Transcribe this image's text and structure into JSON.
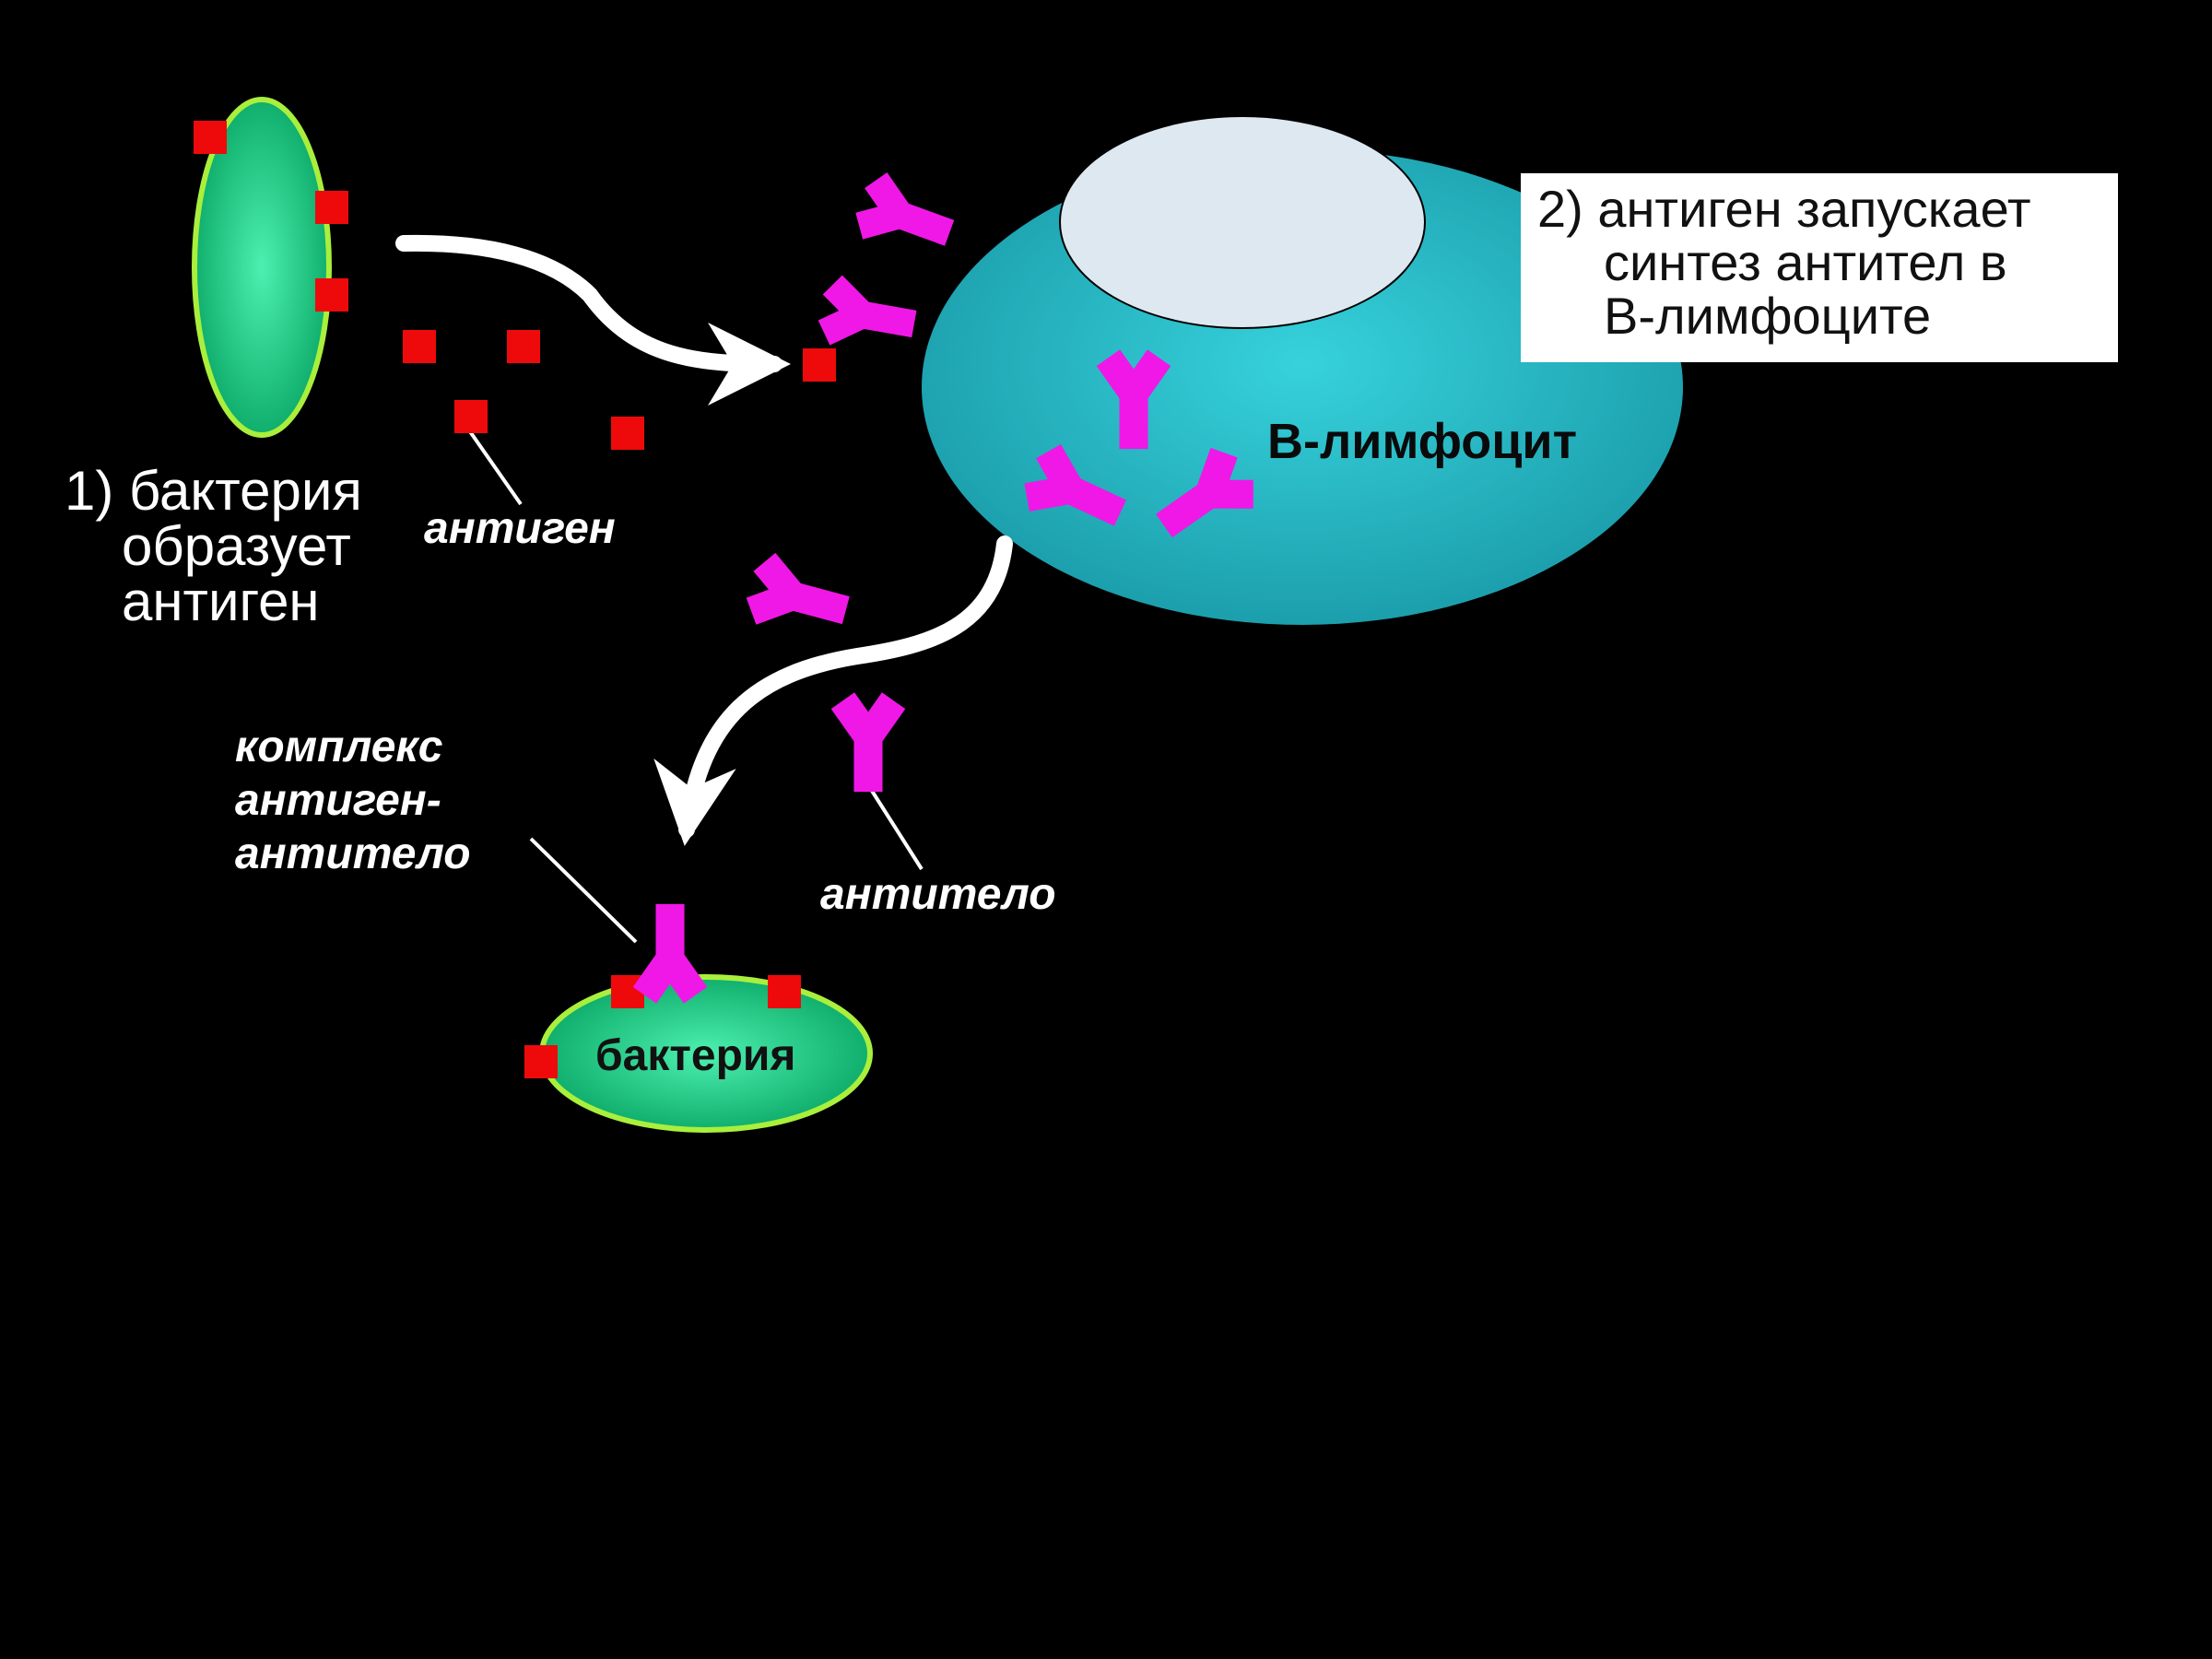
{
  "colors": {
    "background": "#000000",
    "bacterium_fill": "#10d98a",
    "bacterium_outline": "#a9ef3c",
    "antigen": "#ee0a0a",
    "antibody": "#f018e6",
    "lymphocyte": "#24b8c6",
    "nucleus": "#dbe6ee",
    "arrow": "#ffffff"
  },
  "labels": {
    "bacterium_step_lines": [
      "1) бактерия",
      "образует",
      "антиген"
    ],
    "antigen": "антиген",
    "callout_lines": [
      "2) антиген запускает",
      "синтез антител в",
      "В-лимфоците"
    ],
    "lymphocyte": "В-лимфоцит",
    "complex_lines": [
      "комплекс",
      "антиген-",
      "антитело"
    ],
    "antibody": "антитело",
    "bacterium": "бактерия"
  }
}
